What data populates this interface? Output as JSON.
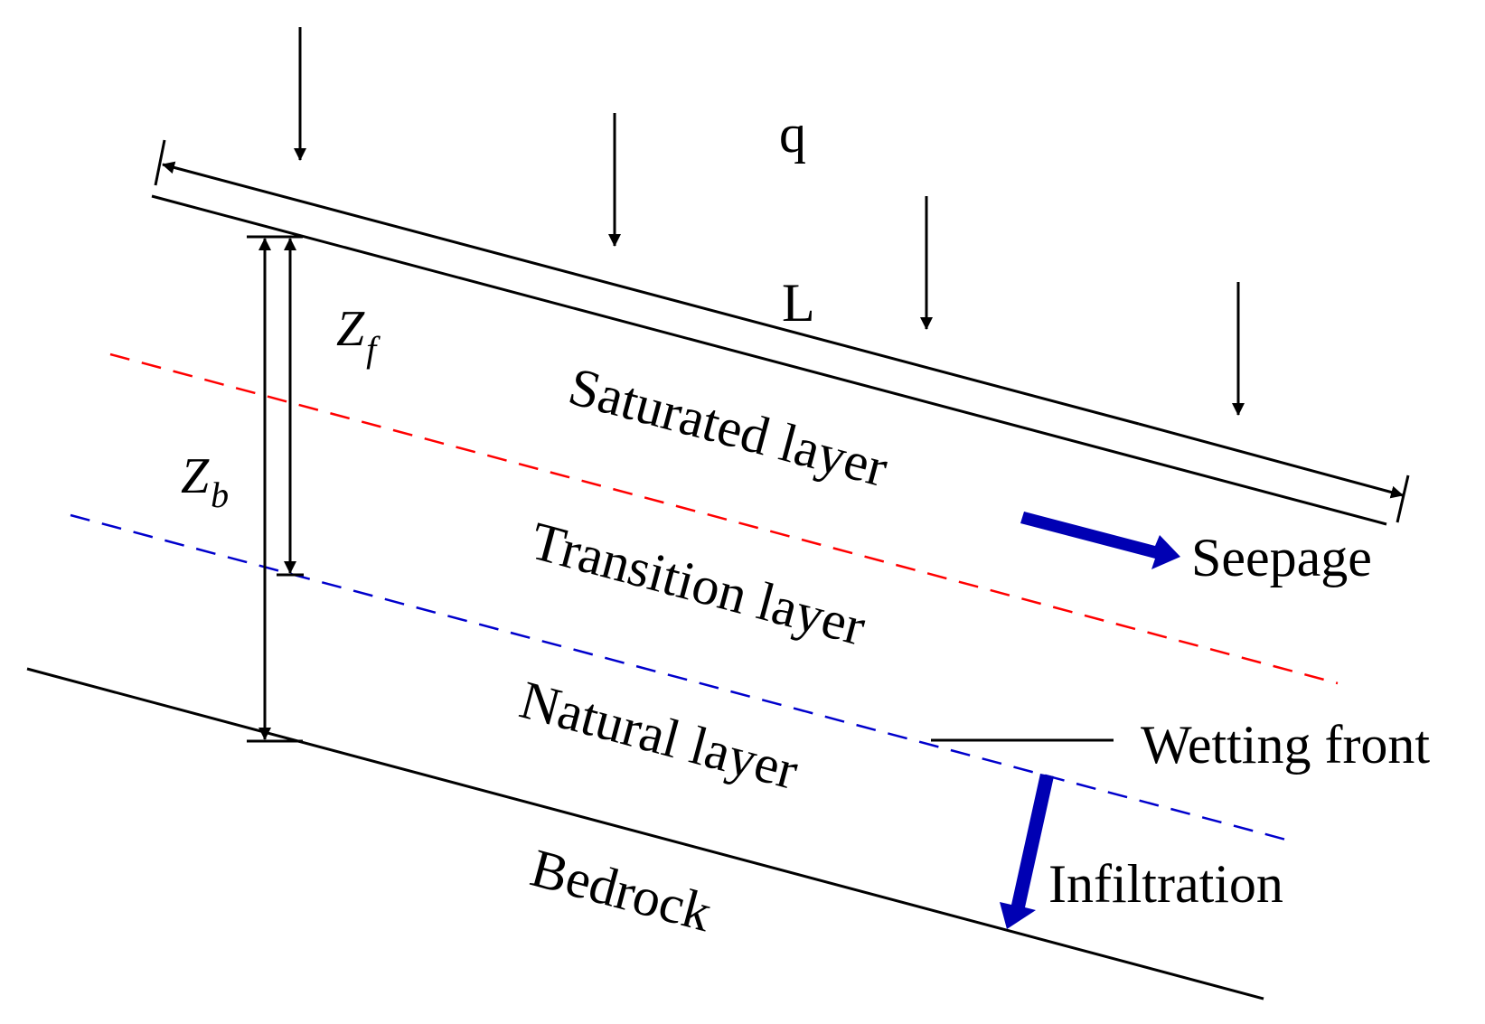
{
  "labels": {
    "q": "q",
    "L": "L",
    "saturated_layer": "Saturated layer",
    "transition_layer": "Transition layer",
    "natural_layer": "Natural layer",
    "bedrock": "Bedrock",
    "seepage": "Seepage",
    "wetting_front": "Wetting front",
    "infiltration": "Infiltration"
  },
  "symbols": {
    "zf_main": "Z",
    "zf_sub": "f",
    "zb_main": "Z",
    "zb_sub": "b"
  },
  "colors": {
    "line": "#000000",
    "saturated_boundary": "#ff0000",
    "wetting_front_boundary": "#0000cc",
    "flow_arrow": "#0000b3"
  }
}
